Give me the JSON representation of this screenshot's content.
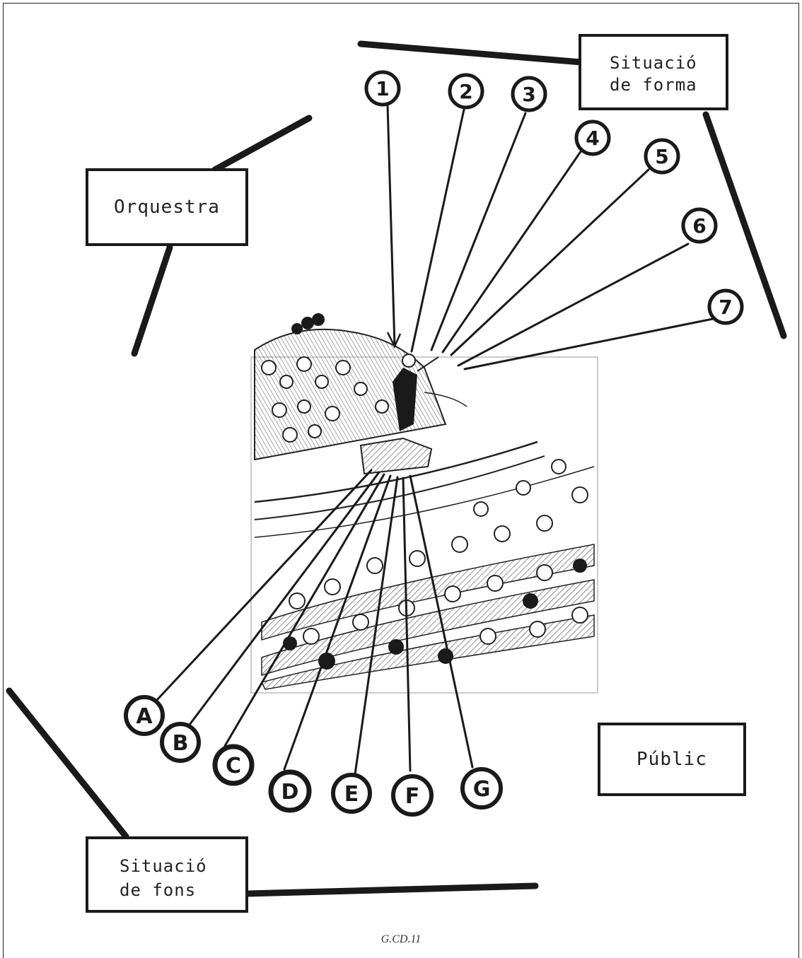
{
  "labels": {
    "orquestra": "Orquestra",
    "situacio_forma_line1": "Situació",
    "situacio_forma_line2": "de forma",
    "situacio_fons_line1": "Situació",
    "situacio_fons_line2": "de fons",
    "public": "Públic"
  },
  "numbered_markers": [
    "1",
    "2",
    "3",
    "4",
    "5",
    "6",
    "7"
  ],
  "lettered_markers": [
    "A",
    "B",
    "C",
    "D",
    "E",
    "F",
    "G"
  ],
  "footer": "G.CD.11",
  "colors": {
    "ink": "#1a1a1a",
    "paper": "#ffffff"
  }
}
